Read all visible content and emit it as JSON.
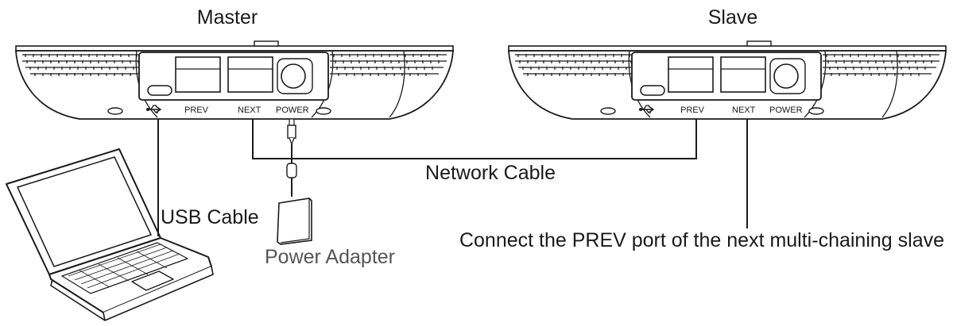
{
  "devices": {
    "master": {
      "title": "Master"
    },
    "slave": {
      "title": "Slave"
    }
  },
  "ports": {
    "usb_icon": "usb-icon",
    "prev": "PREV",
    "next": "NEXT",
    "power": "POWER"
  },
  "cables": {
    "network": "Network Cable",
    "usb": "USB Cable",
    "power_adapter": "Power Adapter",
    "next_slave_note": "Connect the PREV port of the next multi-chaining slave"
  },
  "colors": {
    "line": "#1a1a1a",
    "fill": "#ffffff",
    "adapter_text": "#555555"
  }
}
